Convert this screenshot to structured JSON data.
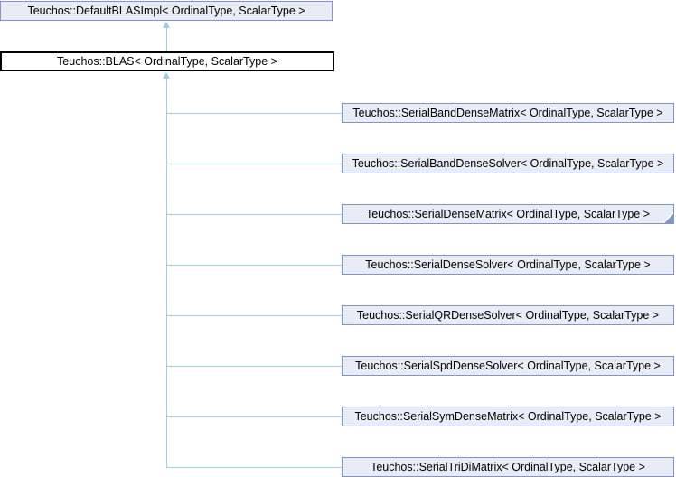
{
  "diagram": {
    "type": "inheritance-graph",
    "base_class": {
      "label": "Teuchos::DefaultBLASImpl< OrdinalType, ScalarType >"
    },
    "current_class": {
      "label": "Teuchos::BLAS< OrdinalType, ScalarType >"
    },
    "derived_classes": [
      {
        "label": "Teuchos::SerialBandDenseMatrix< OrdinalType, ScalarType >",
        "truncated": false
      },
      {
        "label": "Teuchos::SerialBandDenseSolver< OrdinalType, ScalarType >",
        "truncated": false
      },
      {
        "label": "Teuchos::SerialDenseMatrix< OrdinalType, ScalarType >",
        "truncated": true
      },
      {
        "label": "Teuchos::SerialDenseSolver< OrdinalType, ScalarType >",
        "truncated": false
      },
      {
        "label": "Teuchos::SerialQRDenseSolver< OrdinalType, ScalarType >",
        "truncated": false
      },
      {
        "label": "Teuchos::SerialSpdDenseSolver< OrdinalType, ScalarType >",
        "truncated": false
      },
      {
        "label": "Teuchos::SerialSymDenseMatrix< OrdinalType, ScalarType >",
        "truncated": false
      },
      {
        "label": "Teuchos::SerialTriDiMatrix< OrdinalType, ScalarType >",
        "truncated": false
      }
    ],
    "colors": {
      "node_border": "#8495c5",
      "node_fill": "#e8ecf6",
      "current_border": "#000000",
      "current_fill": "#ffffff",
      "edge": "#a5cbe2",
      "fold_marker": "#8495c5",
      "text": "#000000",
      "background": "#ffffff"
    }
  }
}
